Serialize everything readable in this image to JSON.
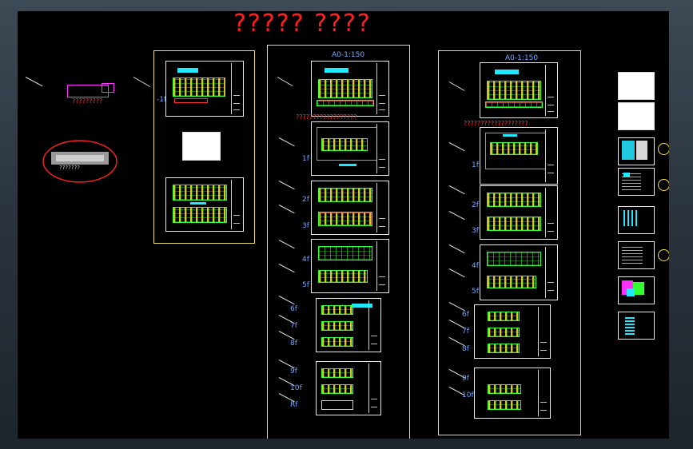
{
  "drawing": {
    "title": "?????   ????",
    "scale_label_1": "A0-1:150",
    "scale_label_2": "A0-1:150",
    "red_note_1": "??????????????????",
    "red_note_2": "???????????????????",
    "legend_1": "?????????",
    "legend_2": "???????",
    "label_yellow_1f": "-1f"
  },
  "column_1": {
    "floors": [
      "1f",
      "2f",
      "3f",
      "4f",
      "5f",
      "6f",
      "7f",
      "8f",
      "9f",
      "10f",
      "Rf"
    ]
  },
  "column_2": {
    "floors": [
      "1f",
      "2f",
      "3f",
      "4f",
      "5f",
      "6f",
      "7f",
      "8f",
      "9f",
      "10f"
    ]
  },
  "colors": {
    "background": "#000000",
    "window_frame": "#2b3640",
    "title_red": "#ff2020",
    "plan_green": "#32ff32",
    "accent_cyan": "#20e8ff",
    "accent_magenta": "#ff30ff",
    "highlight_yellow": "#f0e060",
    "label_blue": "#6fa8ff"
  }
}
